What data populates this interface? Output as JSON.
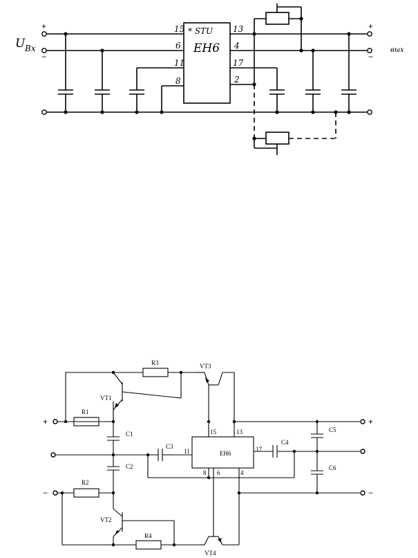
{
  "top_schematic": {
    "ic_label_top": "* STU",
    "ic_label_main": "ЕН6",
    "input_label": "U",
    "input_label_sub": "Вх",
    "output_label": "вых",
    "input_plus": "+",
    "input_minus": "−",
    "output_plus": "+",
    "output_minus": "−",
    "pins": {
      "p15": "15",
      "p6": "6",
      "p11": "11",
      "p8": "8",
      "p13": "13",
      "p4": "4",
      "p17": "17",
      "p2": "2"
    }
  },
  "bottom_schematic": {
    "ic_label": "ЕН6",
    "plus_in": "+",
    "minus_in": "−",
    "plus_out": "+",
    "minus_out": "−",
    "components": {
      "r1": "R1",
      "r2": "R2",
      "r3": "R3",
      "r4": "R4",
      "c1": "C1",
      "c2": "C2",
      "c3": "C3",
      "c4": "C4",
      "c5": "C5",
      "c6": "C6",
      "vt1": "VT1",
      "vt2": "VT2",
      "vt3": "VT3",
      "vt4": "VT4"
    },
    "pins": {
      "p15": "15",
      "p13": "13",
      "p11": "11",
      "p17": "17",
      "p8": "8",
      "p6": "6",
      "p4": "4"
    }
  }
}
